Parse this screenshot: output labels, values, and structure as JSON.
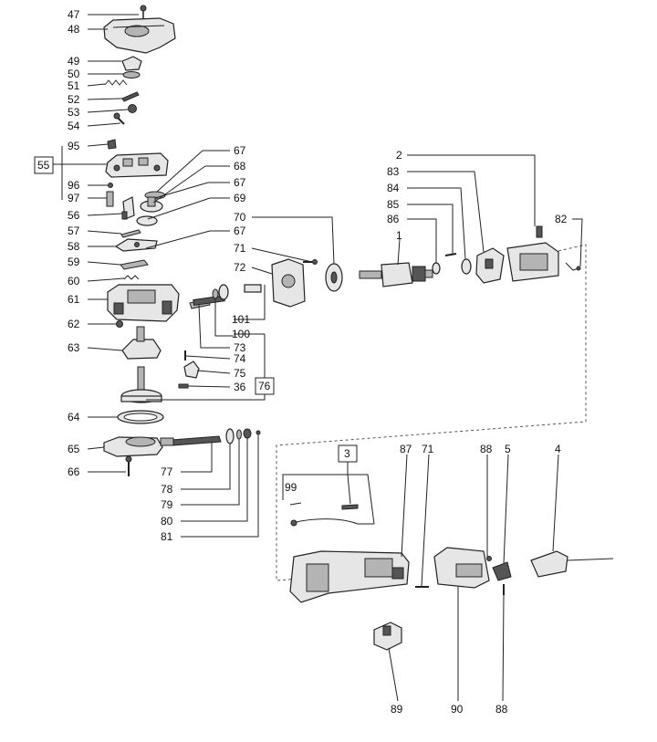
{
  "labels": {
    "l47": "47",
    "l48": "48",
    "l49": "49",
    "l50": "50",
    "l51": "51",
    "l52": "52",
    "l53": "53",
    "l54": "54",
    "l95": "95",
    "l55": "55",
    "l96": "96",
    "l97": "97",
    "l56": "56",
    "l57": "57",
    "l58": "58",
    "l59": "59",
    "l60": "60",
    "l61": "61",
    "l62": "62",
    "l63": "63",
    "l64": "64",
    "l65": "65",
    "l66": "66",
    "l67a": "67",
    "l68": "68",
    "l67b": "67",
    "l69": "69",
    "l70": "70",
    "l67c": "67",
    "l71a": "71",
    "l72": "72",
    "l101": "101",
    "l100": "100",
    "l73": "73",
    "l74": "74",
    "l75": "75",
    "l36": "36",
    "l76": "76",
    "l77": "77",
    "l78": "78",
    "l79": "79",
    "l80": "80",
    "l81": "81",
    "l2": "2",
    "l83": "83",
    "l84": "84",
    "l85": "85",
    "l86": "86",
    "l1": "1",
    "l82": "82",
    "l3": "3",
    "l99": "99",
    "l87": "87",
    "l71b": "71",
    "l88a": "88",
    "l5": "5",
    "l4": "4",
    "l89": "89",
    "l90": "90",
    "l88b": "88"
  }
}
